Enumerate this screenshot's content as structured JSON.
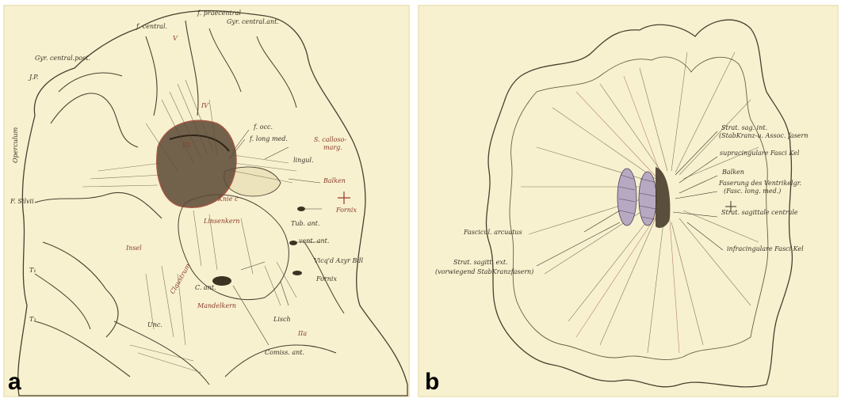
{
  "panels": [
    {
      "letter": "a",
      "labels": {
        "f_praecentral": "f. praecentral",
        "gyr_central_ant": "Gyr. central.ant.",
        "f_central": "f. central.",
        "gyr_central_post": "Gyr. central.post.",
        "jp": "J.P.",
        "operculum": "Operculum",
        "v": "V",
        "iv": "IV",
        "iii": "III",
        "f_occ": "f. occ.",
        "f_long_med": "f. long med.",
        "s_calloso": "S. calloso-",
        "marg": "marg.",
        "lingul": "lingul.",
        "balken": "Balken",
        "fornix": "Fornix",
        "knie": "Knie c",
        "tub_ant": "Tub. ant.",
        "vent_ant": "vent. ant.",
        "f_silvii": "F. Silvii",
        "insel": "Insel",
        "linsenkern": "Linsenkern",
        "claustrum": "Claustrum",
        "vicq": "Vicq'd Azyr Bdl",
        "fornix2": "Fornix",
        "t1": "T₁",
        "c_ant": "C. ant.",
        "mandelkern": "Mandelkern",
        "lisch": "Lisch",
        "iia": "IIa",
        "t2": "T₂",
        "unc": "Unc.",
        "comiss_ant": "Comiss. ant."
      }
    },
    {
      "letter": "b",
      "labels": {
        "strat_sag_int": "Strat. sag. int.",
        "stabkranz": "(StabKranz-u. Assoc. fasern",
        "supracingulare": "supracingulare Fasci Kel",
        "balken": "Balken",
        "faserung": "Faserung des Ventrikelgr.",
        "fasc_long_med": "(Fasc. long. med.)",
        "strat_sag_centrale": "Strat. sagittale centrale",
        "fasciculus_arcuatus": "Fascicul. arcuatus",
        "infracingulare": "infracingulare Fasci Kel",
        "strat_sagitt_ext": "Strat. sagitt. ext.",
        "vorwiegend": "(vorwiegend StabKranzfasern)"
      }
    }
  ]
}
